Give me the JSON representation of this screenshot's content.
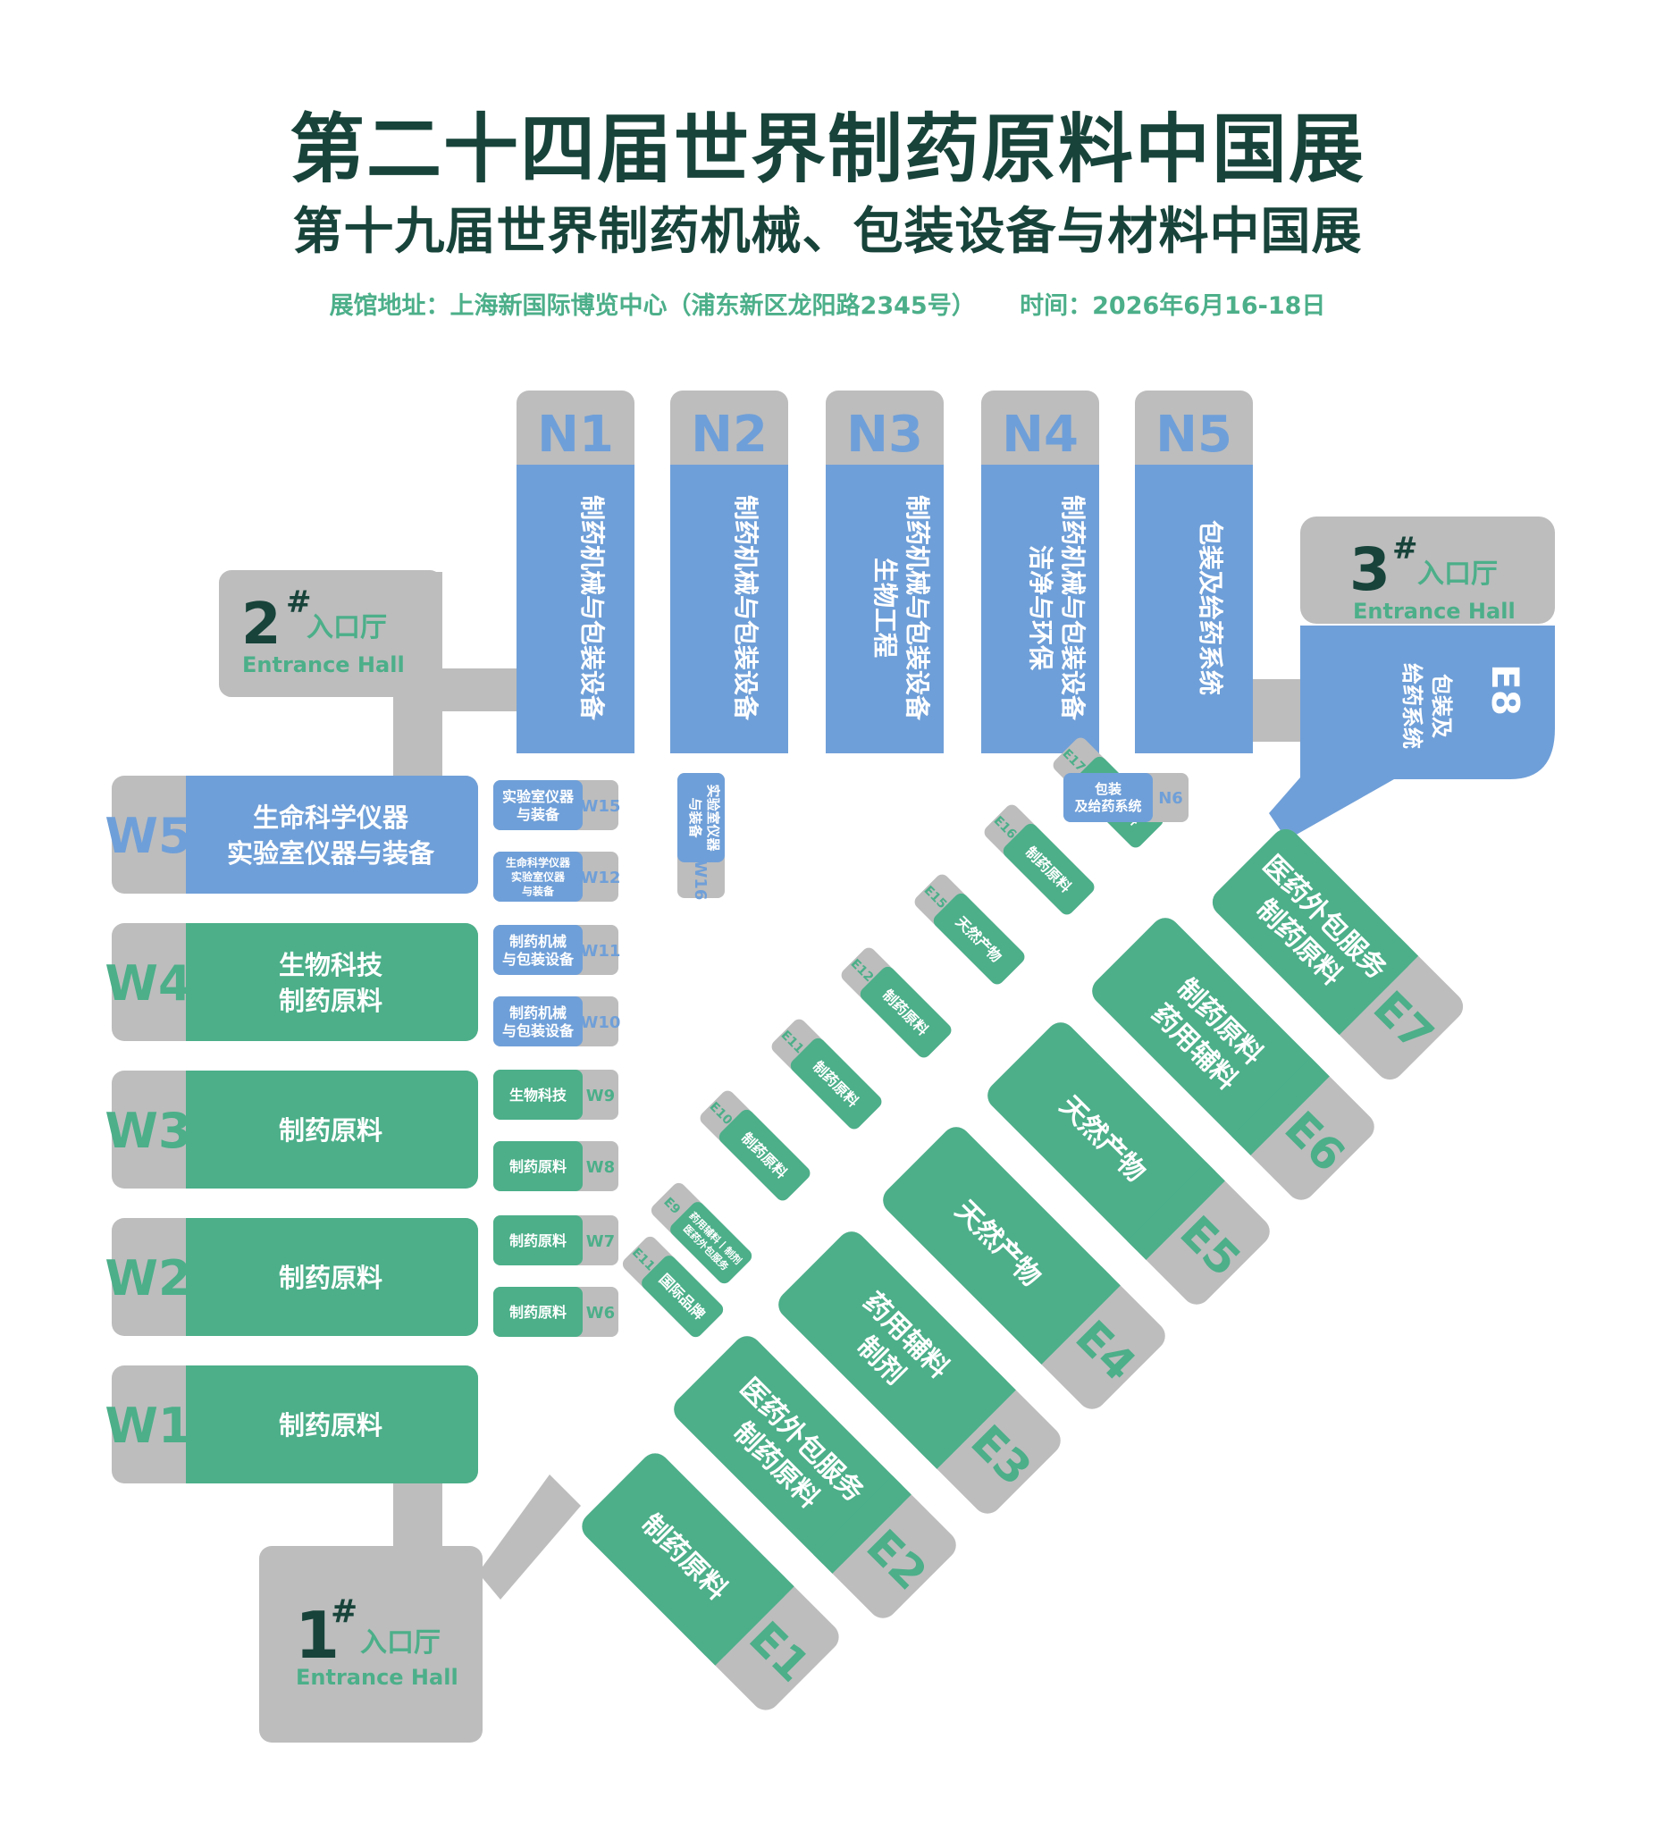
{
  "header": {
    "title_line1": "第二十四届世界制药原料中国展",
    "title_line2": "第十九届世界制药机械、包装设备与材料中国展",
    "address": "展馆地址：上海新国际博览中心（浦东新区龙阳路2345号）",
    "date": "时间：2026年6月16-18日"
  },
  "colors": {
    "gray": "#bdbdbd",
    "green": "#4caf8a",
    "blue": "#6f9fd8",
    "dark": "#17433a"
  },
  "entrances": {
    "e1": {
      "number": "1",
      "mark": "#",
      "name": "入口厅",
      "english": "Entrance Hall"
    },
    "e2": {
      "number": "2",
      "mark": "#",
      "name": "入口厅",
      "english": "Entrance Hall"
    },
    "e3": {
      "number": "3",
      "mark": "#",
      "name": "入口厅",
      "english": "Entrance Hall"
    }
  },
  "north_halls": [
    {
      "id": "N1",
      "lines": [
        "制药机械与包装设备"
      ]
    },
    {
      "id": "N2",
      "lines": [
        "制药机械与包装设备"
      ]
    },
    {
      "id": "N3",
      "lines": [
        "制药机械与包装设备",
        "生物工程"
      ]
    },
    {
      "id": "N4",
      "lines": [
        "制药机械与包装设备",
        "洁净与环保"
      ]
    },
    {
      "id": "N5",
      "lines": [
        "包装及给药系统"
      ]
    }
  ],
  "west_halls": [
    {
      "id": "W5",
      "lines": [
        "生命科学仪器",
        "实验室仪器与装备"
      ],
      "color": "blue"
    },
    {
      "id": "W4",
      "lines": [
        "生物科技",
        "制药原料"
      ],
      "color": "green"
    },
    {
      "id": "W3",
      "lines": [
        "制药原料"
      ],
      "color": "green"
    },
    {
      "id": "W2",
      "lines": [
        "制药原料"
      ],
      "color": "green"
    },
    {
      "id": "W1",
      "lines": [
        "制药原料"
      ],
      "color": "green"
    }
  ],
  "west_small_halls": [
    {
      "id": "W15",
      "lines": [
        "实验室仪器",
        "与装备"
      ],
      "color": "blue"
    },
    {
      "id": "W12",
      "lines": [
        "生命科学仪器",
        "实验室仪器",
        "与装备"
      ],
      "color": "blue"
    },
    {
      "id": "W11",
      "lines": [
        "制药机械",
        "与包装设备"
      ],
      "color": "blue"
    },
    {
      "id": "W10",
      "lines": [
        "制药机械",
        "与包装设备"
      ],
      "color": "blue"
    },
    {
      "id": "W9",
      "lines": [
        "生物科技"
      ],
      "color": "green"
    },
    {
      "id": "W8",
      "lines": [
        "制药原料"
      ],
      "color": "green"
    },
    {
      "id": "W7",
      "lines": [
        "制药原料"
      ],
      "color": "green"
    },
    {
      "id": "W6",
      "lines": [
        "制药原料"
      ],
      "color": "green"
    }
  ],
  "w16": {
    "id": "W16",
    "lines": [
      "实验室仪器",
      "与装备"
    ]
  },
  "n6": {
    "id": "N6",
    "lines": [
      "包装",
      "及给药系统"
    ]
  },
  "e8": {
    "id": "E8",
    "lines": [
      "包装及",
      "给药系统"
    ]
  },
  "east_halls": [
    {
      "id": "E1",
      "lines": [
        "制药原料"
      ]
    },
    {
      "id": "E2",
      "lines": [
        "医药外包服务",
        "制药原料"
      ]
    },
    {
      "id": "E3",
      "lines": [
        "药用辅料",
        "制剂"
      ]
    },
    {
      "id": "E4",
      "lines": [
        "天然产物"
      ]
    },
    {
      "id": "E5",
      "lines": [
        "天然产物"
      ]
    },
    {
      "id": "E6",
      "lines": [
        "制药原料",
        "药用辅料"
      ]
    },
    {
      "id": "E7",
      "lines": [
        "医药外包服务",
        "制药原料"
      ]
    }
  ],
  "east_small_halls": [
    {
      "id": "E11",
      "lines": [
        "国际品牌"
      ]
    },
    {
      "id": "E9",
      "lines": [
        "药用辅料丨制剂",
        "医药外包服务"
      ]
    },
    {
      "id": "E10",
      "lines": [
        "制药原料"
      ]
    },
    {
      "id": "E11",
      "lines": [
        "制药原料"
      ]
    },
    {
      "id": "E12",
      "lines": [
        "制药原料"
      ]
    },
    {
      "id": "E15",
      "lines": [
        "天然产物"
      ]
    },
    {
      "id": "E16",
      "lines": [
        "制药原料"
      ]
    },
    {
      "id": "E17",
      "lines": [
        "制药原料"
      ]
    }
  ]
}
